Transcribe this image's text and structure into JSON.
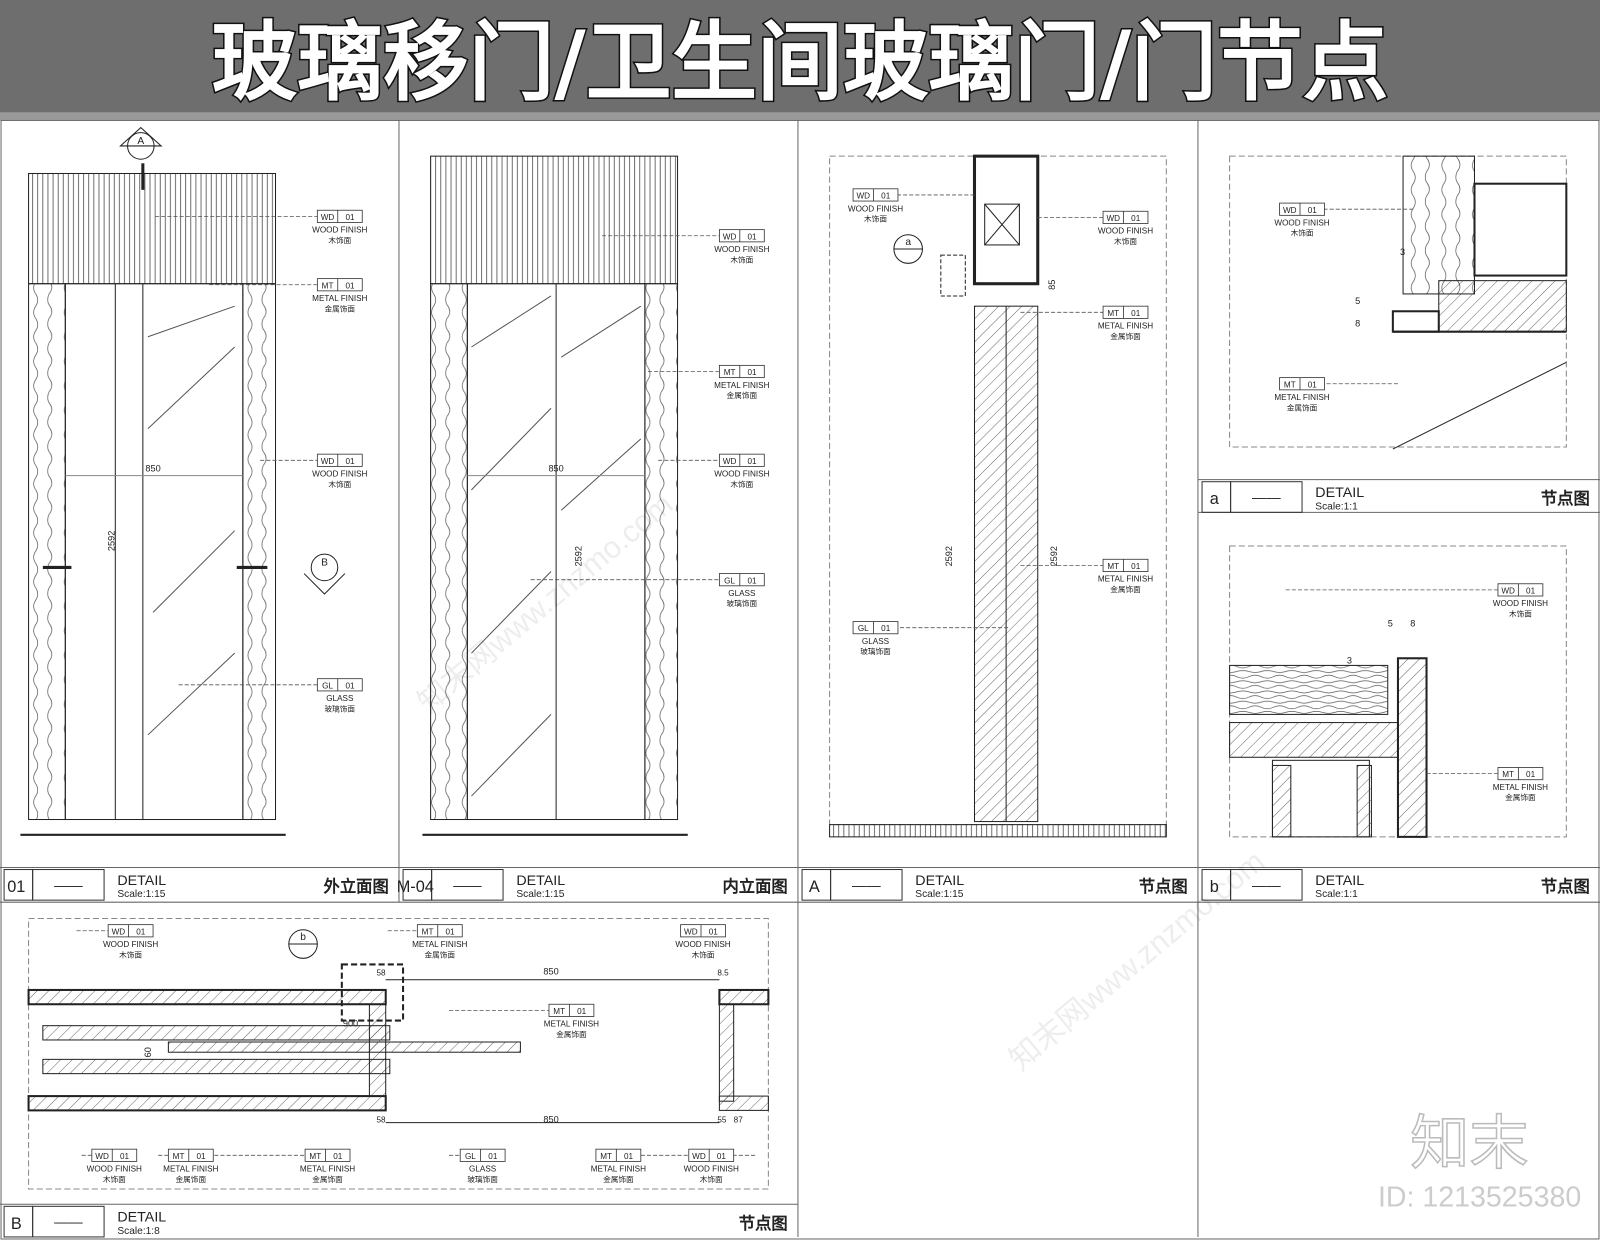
{
  "title": "玻璃移门/卫生间玻璃门/门节点",
  "tag_types": {
    "wood": {
      "code": "WD",
      "num": "01",
      "en": "WOOD  FINISH",
      "cn": "木饰面"
    },
    "metal": {
      "code": "MT",
      "num": "01",
      "en": "METAL  FINISH",
      "cn": "金属饰面"
    },
    "glass": {
      "code": "GL",
      "num": "01",
      "en": "GLASS",
      "cn": "玻璃饰面"
    }
  },
  "panels": [
    {
      "id": "01",
      "dash": "——",
      "detail": "DETAIL",
      "scale": "Scale:1:15",
      "name": "外立面图",
      "dims": [
        "850",
        "2592"
      ],
      "markers": [
        "A",
        "B"
      ]
    },
    {
      "id": "M-04",
      "dash": "——",
      "detail": "DETAIL",
      "scale": "Scale:1:15",
      "name": "内立面图",
      "dims": [
        "850",
        "2592"
      ]
    },
    {
      "id": "A",
      "dash": "——",
      "detail": "DETAIL",
      "scale": "Scale:1:15",
      "name": "节点图",
      "dims": [
        "2592",
        "2592",
        "85"
      ],
      "markers": [
        "a"
      ]
    },
    {
      "id": "a",
      "dash": "——",
      "detail": "DETAIL",
      "scale": "Scale:1:1",
      "name": "节点图",
      "dims": [
        "3",
        "5",
        "8"
      ]
    },
    {
      "id": "b",
      "dash": "——",
      "detail": "DETAIL",
      "scale": "Scale:1:1",
      "name": "节点图",
      "dims": [
        "5",
        "8",
        "3"
      ]
    },
    {
      "id": "B",
      "dash": "——",
      "detail": "DETAIL",
      "scale": "Scale:1:8",
      "name": "节点图",
      "dims": [
        "850",
        "850",
        "900",
        "60",
        "58",
        "8.5",
        "58",
        "55",
        "87"
      ],
      "markers": [
        "b"
      ]
    }
  ],
  "callouts": [
    [
      "wood",
      "metal",
      "wood",
      "glass"
    ],
    [
      "wood",
      "metal",
      "wood",
      "glass"
    ],
    [
      "wood",
      "wood",
      "metal",
      "metal",
      "glass"
    ],
    [
      "wood",
      "metal"
    ],
    [
      "wood",
      "metal"
    ],
    [
      "wood",
      "metal",
      "wood",
      "metal",
      "wood",
      "metal",
      "metal",
      "glass",
      "metal",
      "wood"
    ]
  ],
  "watermark": {
    "logo": "知末",
    "id": "ID: 1213525380",
    "site": "知末网www.znzmo.com"
  },
  "colors": {
    "title_bar": "#6e6e6e",
    "line": "#222222"
  }
}
